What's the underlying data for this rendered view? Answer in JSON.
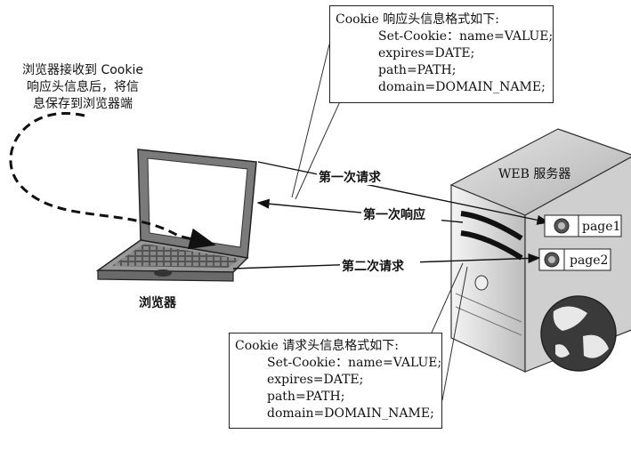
{
  "response_box": {
    "title": "Cookie 响应头信息格式如下:",
    "lines": [
      "Set-Cookie：name=VALUE;",
      "expires=DATE;",
      "path=PATH;",
      "domain=DOMAIN_NAME;"
    ]
  },
  "request_box": {
    "title": "Cookie 请求头信息格式如下:",
    "lines": [
      "Set-Cookie：name=VALUE;",
      "expires=DATE;",
      "path=PATH;",
      "domain=DOMAIN_NAME;"
    ]
  },
  "browser_note": [
    "浏览器接收到 Cookie",
    "响应头信息后，将信",
    "息保存到浏览器端"
  ],
  "browser_label": "浏览器",
  "server_label": "WEB 服务器",
  "arrows": {
    "first_request": "第一次请求",
    "first_response": "第一次响应",
    "second_request": "第二次请求"
  },
  "pages": {
    "page1": "page1",
    "page2": "page2"
  }
}
